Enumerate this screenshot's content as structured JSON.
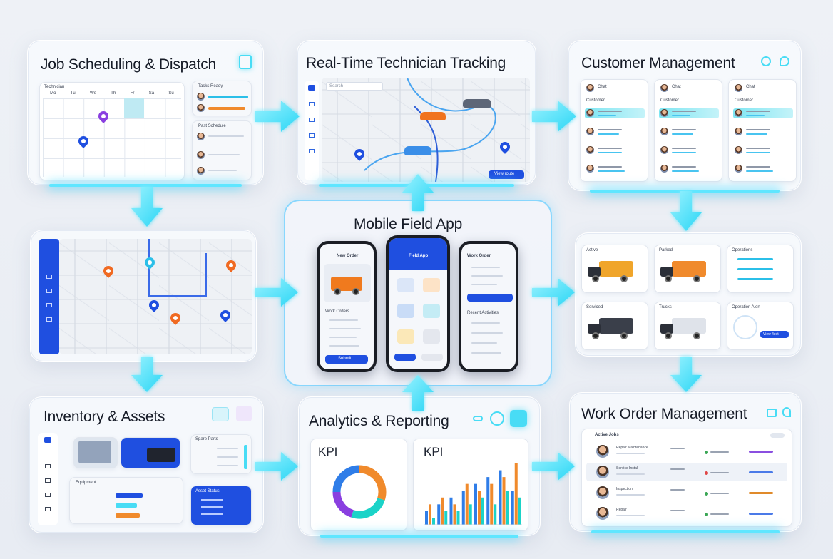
{
  "panels": {
    "job_scheduling": {
      "title": "Job Scheduling & Dispatch",
      "calendar_label": "Technician",
      "days": [
        "Mo",
        "Tu",
        "We",
        "Th",
        "Fr",
        "Sa",
        "Su"
      ],
      "side_card_1_title": "Tasks Ready",
      "side_card_2_title": "Past Schedule"
    },
    "tracking": {
      "title": "Real-Time Technician Tracking",
      "search_placeholder": "Search",
      "button": "View route"
    },
    "customer": {
      "title": "Customer Management",
      "columns": [
        {
          "name": "Chat",
          "header": "Customer"
        },
        {
          "name": "Chat",
          "header": "Customer"
        },
        {
          "name": "Chat",
          "header": "Customer"
        }
      ]
    },
    "mobile_app": {
      "title": "Mobile Field App",
      "phone1_header": "New Order",
      "phone1_section": "Work Orders",
      "phone2_header": "Field App",
      "phone3_header": "Work Order",
      "phone3_section": "Recent Activities",
      "phone_btn": "Submit"
    },
    "fleet": {
      "cards": [
        {
          "label": "Active"
        },
        {
          "label": "Parked"
        },
        {
          "label": "Operations"
        },
        {
          "label": "Serviced"
        },
        {
          "label": "Trucks"
        },
        {
          "label": "Operation Alert"
        }
      ],
      "button": "View fleet"
    },
    "inventory": {
      "title": "Inventory & Assets",
      "card_1": "Equipment",
      "card_2": "Asset Status",
      "card_3": "Spare Parts"
    },
    "analytics": {
      "title": "Analytics & Reporting",
      "kpi_left": "KPI",
      "kpi_right": "KPI"
    },
    "work_orders": {
      "title": "Work Order Management",
      "header": "Active Jobs",
      "rows": [
        {
          "name": "Repair Maintenance",
          "status_color": "#3aa655",
          "bar_color": "#8a4fe0"
        },
        {
          "name": "Service Install",
          "status_color": "#e04747",
          "bar_color": "#4a7ae8"
        },
        {
          "name": "Inspection",
          "status_color": "#3aa655",
          "bar_color": "#e08a2a"
        },
        {
          "name": "Repair",
          "status_color": "#3aa655",
          "bar_color": "#4a7ae8"
        }
      ]
    }
  },
  "colors": {
    "accent_cyan": "#3fe0ff",
    "brand_blue": "#1f4fe0",
    "orange": "#f08a2c",
    "purple": "#8a3fe0"
  },
  "chart_data": [
    {
      "type": "pie",
      "title": "KPI",
      "values": [
        30,
        25,
        20,
        25
      ],
      "colors": [
        "#f08a2c",
        "#1bd3c8",
        "#8a3fe0",
        "#2f7de8"
      ]
    },
    {
      "type": "bar",
      "title": "KPI",
      "series": [
        {
          "values": [
            2,
            3,
            4,
            5,
            6,
            7,
            8,
            5
          ],
          "color": "#2f7de8"
        },
        {
          "values": [
            3,
            4,
            3,
            6,
            5,
            6,
            7,
            9
          ],
          "color": "#f08a2c"
        },
        {
          "values": [
            1,
            2,
            2,
            3,
            4,
            3,
            5,
            4
          ],
          "color": "#1bd3c8"
        }
      ]
    }
  ]
}
